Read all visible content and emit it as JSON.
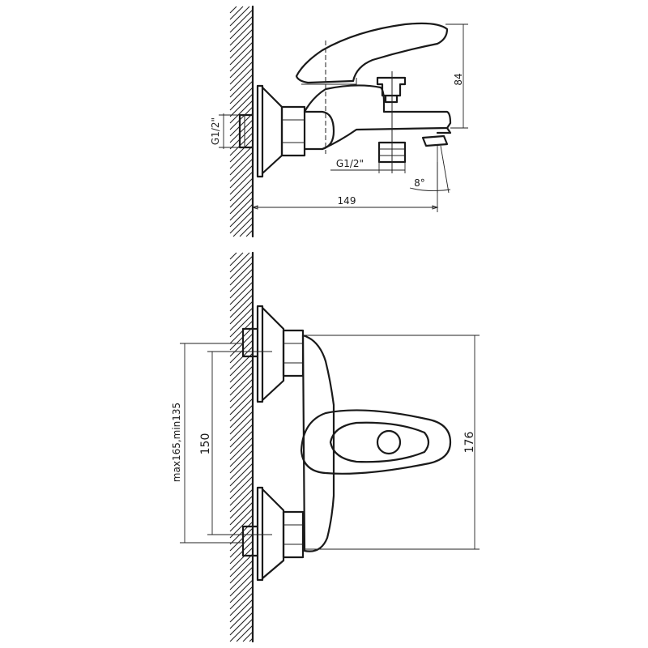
{
  "side_view": {
    "thread_left": "G1/2\"",
    "thread_bottom": "G1/2\"",
    "dim_height": "84",
    "dim_length": "149",
    "angle": "8°"
  },
  "front_view": {
    "dim_spacing_range": "max165,min135",
    "dim_spacing": "150",
    "dim_width": "176"
  }
}
